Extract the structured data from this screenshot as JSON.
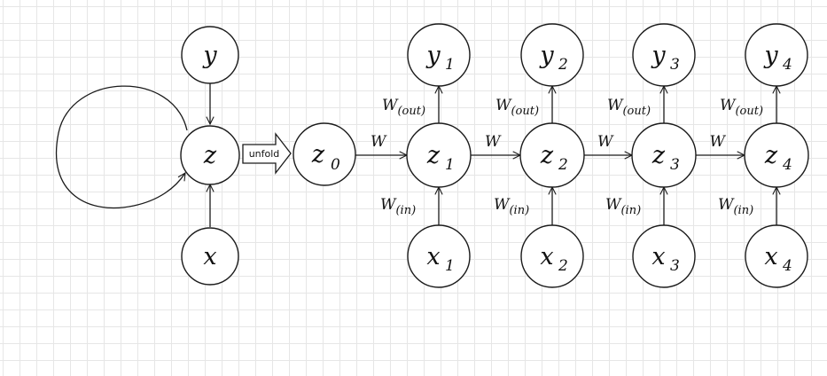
{
  "diagram": {
    "folded": {
      "y": {
        "base": "y",
        "sub": ""
      },
      "z": {
        "base": "z",
        "sub": ""
      },
      "x": {
        "base": "x",
        "sub": ""
      }
    },
    "unfold_label": "unfold",
    "initial_state": {
      "base": "z",
      "sub": "0"
    },
    "steps": [
      {
        "y": {
          "base": "y",
          "sub": "1"
        },
        "z": {
          "base": "z",
          "sub": "1"
        },
        "x": {
          "base": "x",
          "sub": "1"
        },
        "w": "W",
        "w_out": {
          "base": "W",
          "sub": "(out)"
        },
        "w_in": {
          "base": "W",
          "sub": "(in)"
        }
      },
      {
        "y": {
          "base": "y",
          "sub": "2"
        },
        "z": {
          "base": "z",
          "sub": "2"
        },
        "x": {
          "base": "x",
          "sub": "2"
        },
        "w": "W",
        "w_out": {
          "base": "W",
          "sub": "(out)"
        },
        "w_in": {
          "base": "W",
          "sub": "(in)"
        }
      },
      {
        "y": {
          "base": "y",
          "sub": "3"
        },
        "z": {
          "base": "z",
          "sub": "3"
        },
        "x": {
          "base": "x",
          "sub": "3"
        },
        "w": "W",
        "w_out": {
          "base": "W",
          "sub": "(out)"
        },
        "w_in": {
          "base": "W",
          "sub": "(in)"
        }
      },
      {
        "y": {
          "base": "y",
          "sub": "4"
        },
        "z": {
          "base": "z",
          "sub": "4"
        },
        "x": {
          "base": "x",
          "sub": "4"
        },
        "w": "W",
        "w_out": {
          "base": "W",
          "sub": "(out)"
        },
        "w_in": {
          "base": "W",
          "sub": "(in)"
        }
      }
    ]
  }
}
